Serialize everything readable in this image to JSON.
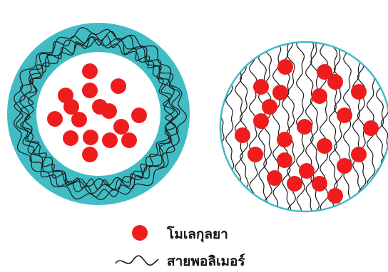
{
  "colors": {
    "shell": "#40bcc4",
    "drug_molecule": "#ee1c1c",
    "polymer_chain": "#1a1a1a",
    "matrix_outline": "#40bcc4"
  },
  "structures": [
    {
      "name": "reservoir-capsule",
      "drug_molecules": 16
    },
    {
      "name": "matrix-sphere",
      "drug_molecules": 24
    }
  ],
  "legend": {
    "drug_label": "โมเลกุลยา",
    "polymer_label": "สายพอลิเมอร์"
  }
}
